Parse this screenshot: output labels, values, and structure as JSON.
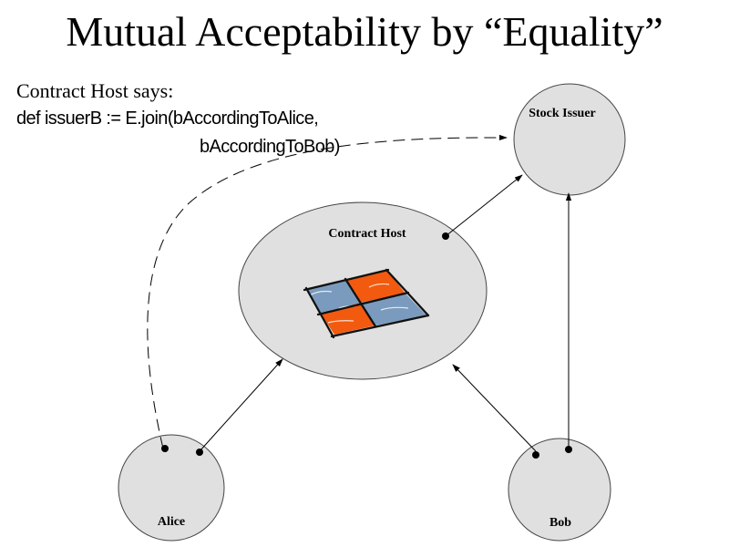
{
  "slide": {
    "title": "Mutual Acceptability by “Equality”",
    "speaker_line": "Contract Host says:",
    "code_line_1": "def issuerB := E.join(bAccordingToAlice,",
    "code_line_2": "bAccordingToBob)"
  },
  "nodes": {
    "stock_issuer": "Stock Issuer",
    "contract_host": "Contract Host",
    "alice": "Alice",
    "bob": "Bob"
  },
  "colors": {
    "node_fill": "#e0e0e0",
    "grid_orange": "#f25a10",
    "grid_blue": "#7a9bbd"
  }
}
